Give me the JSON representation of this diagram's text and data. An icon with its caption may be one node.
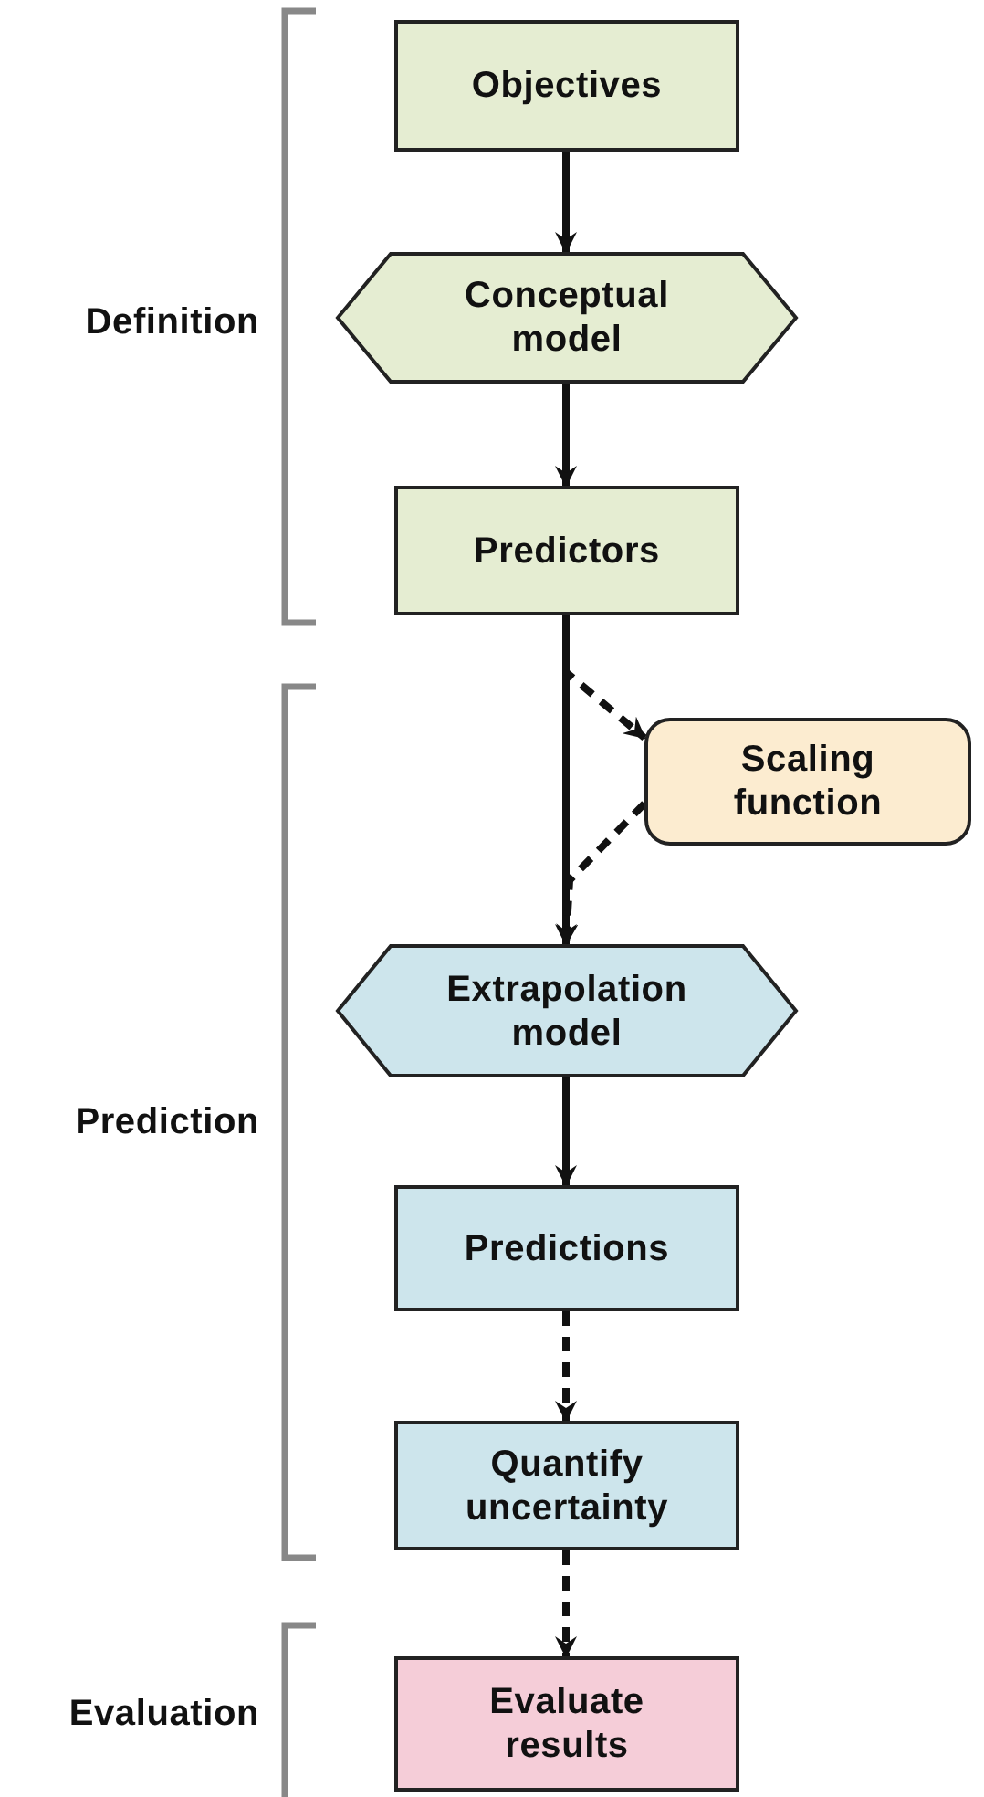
{
  "diagram": {
    "nodes": [
      {
        "text": [
          "Objectives"
        ]
      },
      {
        "text": [
          "Conceptual model"
        ]
      },
      {
        "text": [
          "Predictors"
        ]
      },
      {
        "text": [
          "Scaling function"
        ]
      },
      {
        "text": [
          "Extrapolation model"
        ]
      },
      {
        "text": [
          "Predictions"
        ]
      },
      {
        "text": [
          "Quantify uncertainty"
        ]
      },
      {
        "text": [
          "Evaluate results"
        ]
      }
    ],
    "edges": [
      {
        "from": 0,
        "to": 1,
        "arrow": "to"
      },
      {
        "from": 1,
        "to": 2,
        "arrow": "to"
      },
      {
        "from": 2,
        "to": 4,
        "arrow": "to"
      },
      {
        "from": 2,
        "to": 3,
        "arrow": "to",
        "style": "dashed"
      },
      {
        "from": 3,
        "to": 4,
        "arrow": "to",
        "style": "dashed"
      },
      {
        "from": 4,
        "to": 5,
        "arrow": "to"
      },
      {
        "from": 5,
        "to": 6,
        "arrow": "to",
        "style": "dashed"
      },
      {
        "from": 6,
        "to": 7,
        "arrow": "to",
        "style": "dashed"
      }
    ],
    "labels": [
      "Definition",
      "Prediction",
      "Evaluation"
    ]
  }
}
